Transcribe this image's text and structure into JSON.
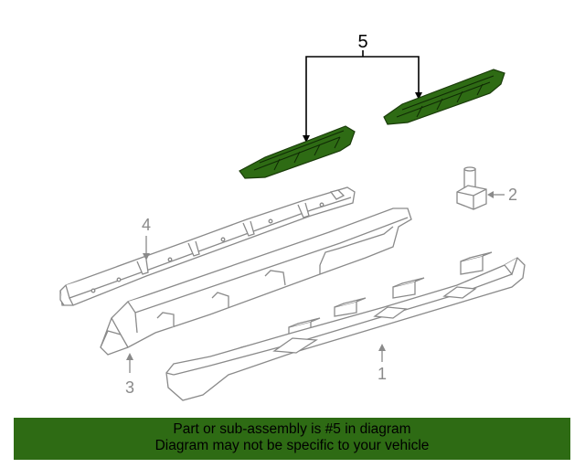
{
  "diagram": {
    "callouts": {
      "step_pads": "5",
      "bracket": "2",
      "rail": "4",
      "rocker": "3",
      "step_bar": "1"
    }
  },
  "banner": {
    "line1": "Part or sub-assembly is #5 in diagram",
    "line2": "Diagram may not be specific to your vehicle"
  },
  "colors": {
    "highlight": "#2e6b14",
    "banner": "#2e6b14",
    "line_art": "#8a8a8a"
  }
}
